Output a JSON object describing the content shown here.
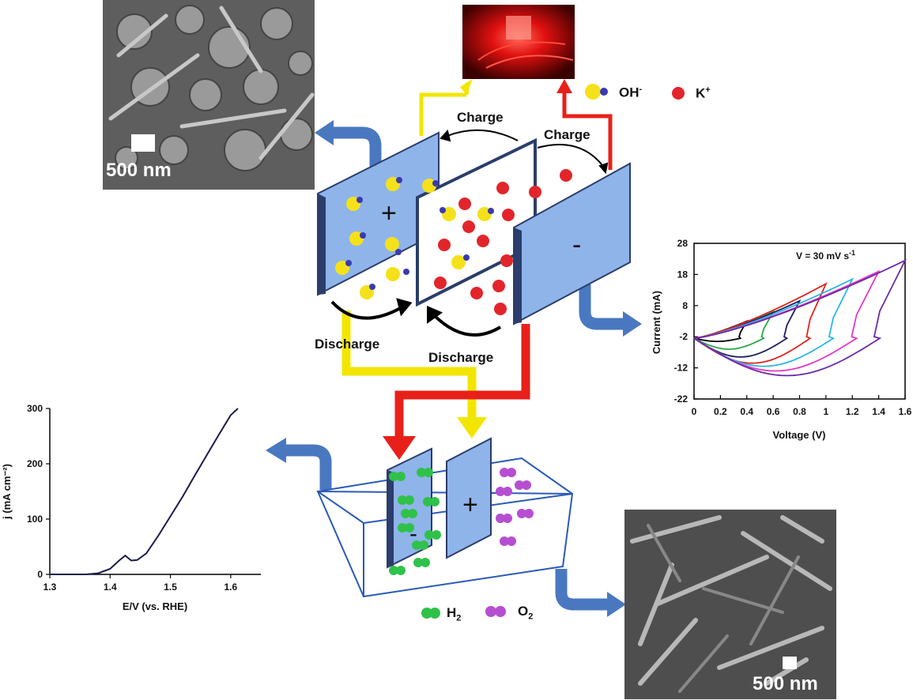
{
  "sem_images": [
    {
      "scale_label": "500 nm"
    },
    {
      "scale_label": "500 nm"
    }
  ],
  "cell": {
    "charge_labels": [
      "Charge",
      "Charge"
    ],
    "discharge_labels": [
      "Discharge",
      "Discharge"
    ],
    "positive_sign": "+",
    "negative_sign": "-"
  },
  "legend_ions": {
    "oh_label": "OH",
    "oh_superscript": "-",
    "k_label": "K",
    "k_superscript": "+"
  },
  "electrolyzer": {
    "negative_sign": "-",
    "positive_sign": "+",
    "h2_label": "H",
    "h2_subscript": "2",
    "o2_label": "O",
    "o2_subscript": "2"
  },
  "colors": {
    "electrode": "#8fb4ea",
    "electrode_edge": "#2b3d6b",
    "arrow_blue": "#4a78c0",
    "wire_yellow": "#f2e600",
    "wire_red": "#e8201a",
    "oh_yellow": "#f5e11a",
    "oh_blue": "#3a3ab0",
    "k_red": "#e2252b",
    "h2_green": "#2fc24a",
    "o2_purple": "#b64ed2"
  },
  "chart_data": [
    {
      "type": "line",
      "annotation": "V = 30 mV s",
      "annotation_superscript": "-1",
      "xlabel": "Voltage (V)",
      "ylabel": "Current (mA)",
      "xlim": [
        0,
        1.6
      ],
      "ylim": [
        -22,
        28
      ],
      "xticks": [
        "0",
        "0.2",
        "0.4",
        "0.6",
        "0.8",
        "1",
        "1.2",
        "1.4",
        "1.6"
      ],
      "yticks": [
        "28",
        "18",
        "8",
        "-2",
        "-12",
        "-22"
      ],
      "series": [
        {
          "color": "#000000",
          "vmax": 0.4,
          "imax": 3.0,
          "imin": -3.5
        },
        {
          "color": "#2aa84a",
          "vmax": 0.6,
          "imax": 6.0,
          "imin": -6.0
        },
        {
          "color": "#1f1f5e",
          "vmax": 0.8,
          "imax": 9.5,
          "imin": -8.5
        },
        {
          "color": "#e0241f",
          "vmax": 1.0,
          "imax": 15.0,
          "imin": -10.5
        },
        {
          "color": "#29b6e6",
          "vmax": 1.2,
          "imax": 16.5,
          "imin": -11.5
        },
        {
          "color": "#e637c8",
          "vmax": 1.4,
          "imax": 19.0,
          "imin": -13.0
        },
        {
          "color": "#6b2aa8",
          "vmax": 1.6,
          "imax": 22.5,
          "imin": -14.5
        }
      ]
    },
    {
      "type": "line",
      "xlabel": "E/V (vs. RHE)",
      "ylabel": "j (mA cm⁻²)",
      "xlim": [
        1.3,
        1.65
      ],
      "ylim": [
        0,
        300
      ],
      "xticks": [
        "1.3",
        "1.4",
        "1.5",
        "1.6"
      ],
      "yticks": [
        "0",
        "100",
        "200",
        "300"
      ],
      "series": [
        {
          "color": "#1b1b4a",
          "x": [
            1.3,
            1.36,
            1.38,
            1.4,
            1.415,
            1.425,
            1.435,
            1.445,
            1.46,
            1.48,
            1.5,
            1.52,
            1.54,
            1.56,
            1.58,
            1.6,
            1.612
          ],
          "y": [
            0,
            0,
            2,
            10,
            25,
            34,
            25,
            26,
            38,
            70,
            105,
            140,
            178,
            215,
            252,
            288,
            300
          ]
        }
      ]
    }
  ]
}
